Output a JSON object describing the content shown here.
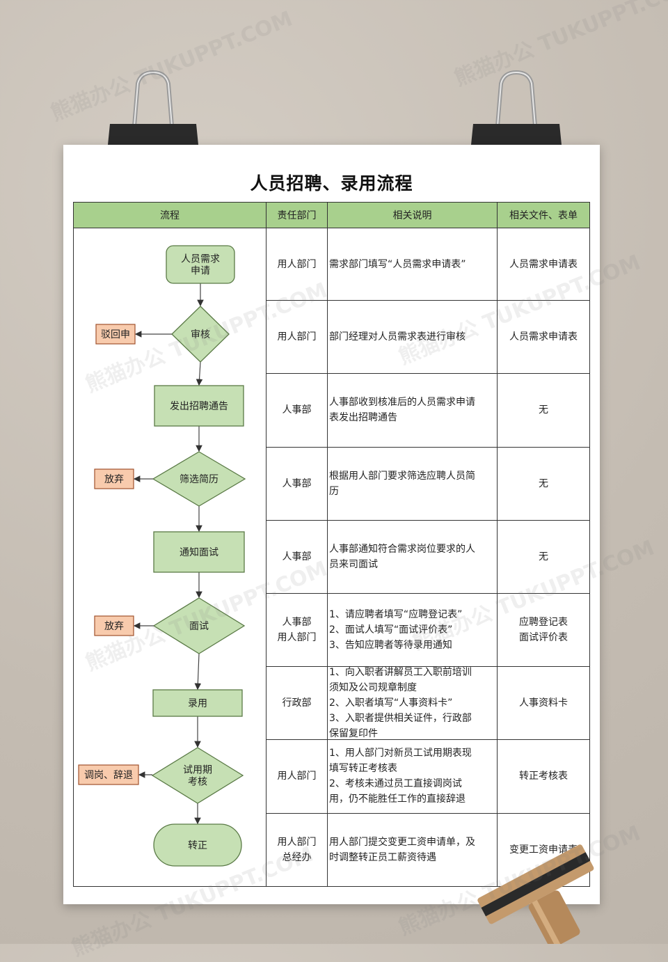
{
  "title": "人员招聘、录用流程",
  "headers": [
    "流程",
    "责任部门",
    "相关说明",
    "相关文件、表单"
  ],
  "rows": [
    {
      "dept": [
        "用人部门"
      ],
      "desc": [
        "需求部门填写“人员需求申请表”"
      ],
      "doc": [
        "人员需求申请表"
      ]
    },
    {
      "dept": [
        "用人部门"
      ],
      "desc": [
        "部门经理对人员需求表进行审核"
      ],
      "doc": [
        "人员需求申请表"
      ]
    },
    {
      "dept": [
        "人事部"
      ],
      "desc": [
        "人事部收到核准后的人员需求申请",
        "表发出招聘通告"
      ],
      "doc": [
        "无"
      ]
    },
    {
      "dept": [
        "人事部"
      ],
      "desc": [
        "根据用人部门要求筛选应聘人员简",
        "历"
      ],
      "doc": [
        "无"
      ]
    },
    {
      "dept": [
        "人事部"
      ],
      "desc": [
        "人事部通知符合需求岗位要求的人",
        "员来司面试"
      ],
      "doc": [
        "无"
      ]
    },
    {
      "dept": [
        "人事部",
        "用人部门"
      ],
      "desc": [
        "1、请应聘者填写“应聘登记表”",
        "2、面试人填写“面试评价表”",
        "3、告知应聘者等待录用通知"
      ],
      "doc": [
        "应聘登记表",
        "面试评价表"
      ]
    },
    {
      "dept": [
        "行政部"
      ],
      "desc": [
        "1、向入职者讲解员工入职前培训",
        "须知及公司规章制度",
        "2、入职者填写“人事资料卡”",
        "3、入职者提供相关证件，行政部",
        "保留复印件"
      ],
      "doc": [
        "人事资料卡"
      ]
    },
    {
      "dept": [
        "用人部门"
      ],
      "desc": [
        "1、用人部门对新员工试用期表现",
        "填写转正考核表",
        "2、考核未通过员工直接调岗试",
        "用，仍不能胜任工作的直接辞退"
      ],
      "doc": [
        "转正考核表"
      ]
    },
    {
      "dept": [
        "用人部门",
        "总经办"
      ],
      "desc": [
        "用人部门提交变更工资申请单，及",
        "时调整转正员工薪资待遇"
      ],
      "doc": [
        "变更工资申请表"
      ]
    }
  ],
  "flow": {
    "steps": [
      {
        "id": "n1",
        "shape": "rounded",
        "lines": [
          "人员需求",
          "申请"
        ]
      },
      {
        "id": "n2",
        "shape": "diamond",
        "lines": [
          "审核"
        ]
      },
      {
        "id": "n3",
        "shape": "rect",
        "lines": [
          "发出招聘通告"
        ]
      },
      {
        "id": "n4",
        "shape": "diamond",
        "lines": [
          "筛选简历"
        ]
      },
      {
        "id": "n5",
        "shape": "rect",
        "lines": [
          "通知面试"
        ]
      },
      {
        "id": "n6",
        "shape": "diamond",
        "lines": [
          "面试"
        ]
      },
      {
        "id": "n7",
        "shape": "rect",
        "lines": [
          "录用"
        ]
      },
      {
        "id": "n8",
        "shape": "diamond",
        "lines": [
          "试用期",
          "考核"
        ]
      },
      {
        "id": "n9",
        "shape": "stadium",
        "lines": [
          "转正"
        ]
      }
    ],
    "side_boxes": [
      {
        "id": "s1",
        "label": "驳回申",
        "from": "n2"
      },
      {
        "id": "s2",
        "label": "放弃",
        "from": "n4"
      },
      {
        "id": "s3",
        "label": "放弃",
        "from": "n6"
      },
      {
        "id": "s4",
        "label": "调岗、辞退",
        "from": "n8"
      }
    ]
  },
  "colors": {
    "header_green": "#a8d08d",
    "node_green": "#c6e0b4",
    "node_border": "#5a7a46",
    "side_orange": "#f8cbad",
    "side_border": "#a0522d"
  },
  "watermark_text": "熊猫办公 TUKUPPT.COM"
}
